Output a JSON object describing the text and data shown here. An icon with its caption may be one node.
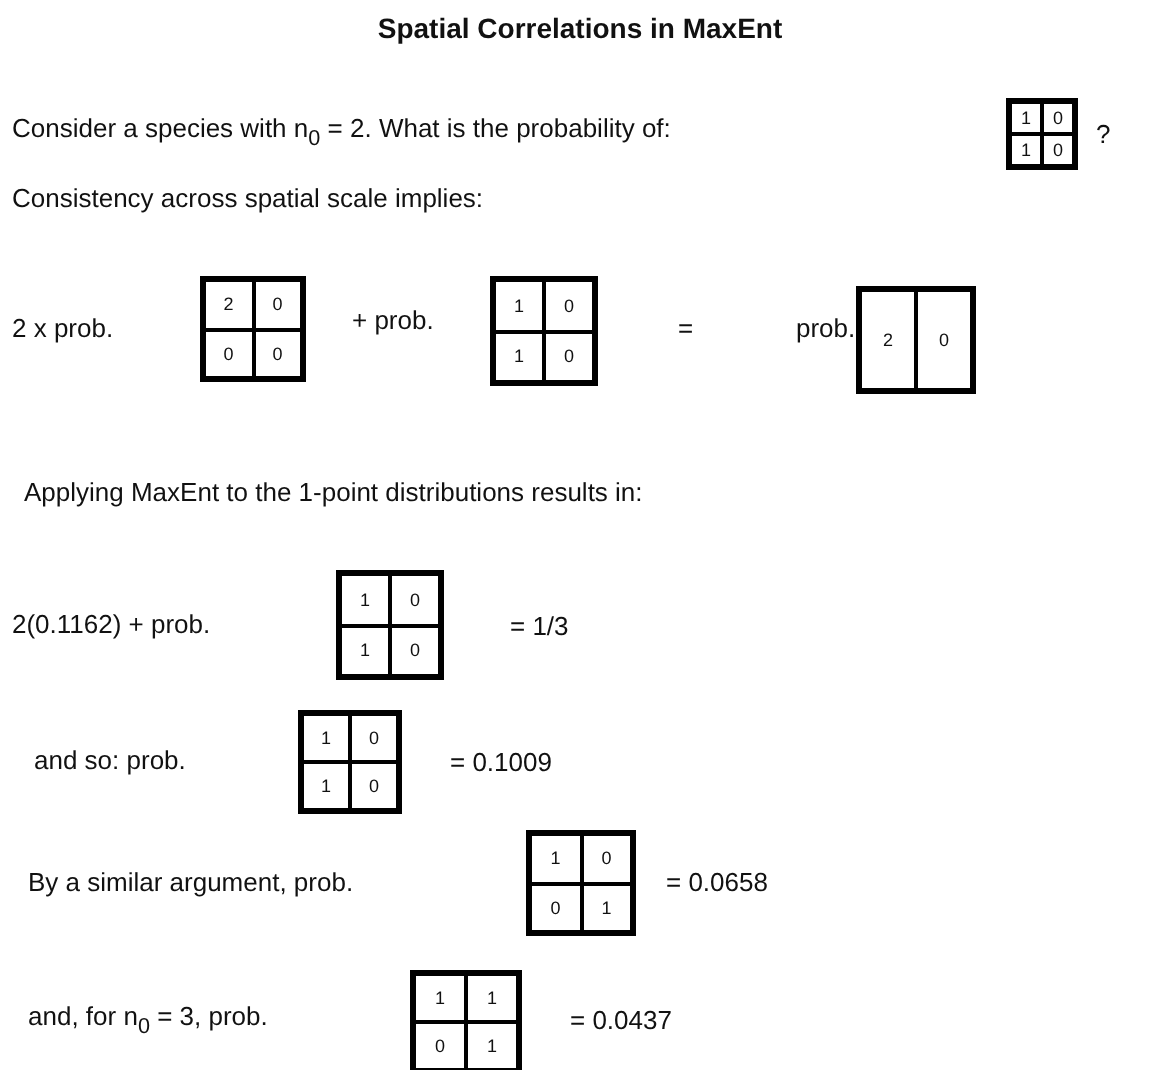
{
  "diagram": {
    "title": "Spatial Correlations in MaxEnt",
    "nodes": [
      {
        "text": [
          "1",
          "0",
          "1",
          "0"
        ]
      },
      {
        "text": [
          "2",
          "0",
          "0",
          "0"
        ]
      },
      {
        "text": [
          "1",
          "0",
          "1",
          "0"
        ]
      },
      {
        "text": [
          "2",
          "0"
        ]
      },
      {
        "text": [
          "1",
          "0",
          "1",
          "0"
        ]
      },
      {
        "text": [
          "1",
          "0",
          "1",
          "0"
        ]
      },
      {
        "text": [
          "1",
          "0",
          "0",
          "1"
        ]
      },
      {
        "text": [
          "1",
          "1",
          "0",
          "1"
        ]
      }
    ],
    "labels": [
      "Consider a species with n$_{0}$ = 2.  What is the probability of:",
      "?",
      "Consistency across spatial scale implies:",
      "2 x prob.",
      "+ prob.",
      "=",
      "prob.",
      "Applying MaxEnt to the 1-point distributions results in:",
      "2(0.1162) + prob.",
      "= 1/3",
      "and so: prob.",
      "= 0.1009",
      "By a similar argument, prob.",
      "= 0.0658",
      "and, for n$_{0}$ = 3, prob.",
      "= 0.0437"
    ]
  }
}
